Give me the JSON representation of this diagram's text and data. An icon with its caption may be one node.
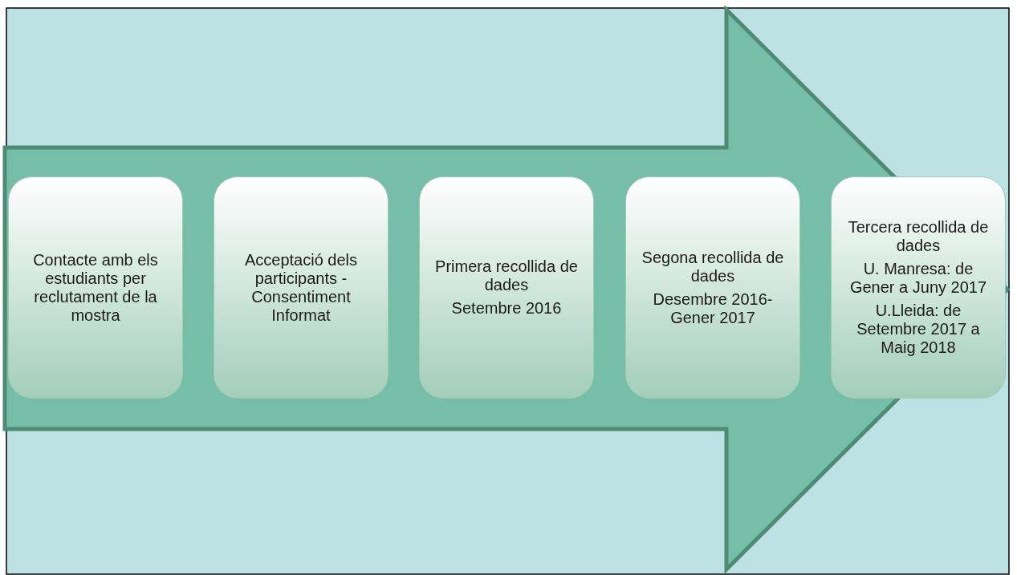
{
  "diagram": {
    "nodes": [
      {
        "text": [
          "Contacte amb els estudiants per reclutament de la mostra"
        ]
      },
      {
        "text": [
          "Acceptació dels participants - Consentiment Informat"
        ]
      },
      {
        "text": [
          "Primera recollida de dades",
          "Setembre 2016"
        ]
      },
      {
        "text": [
          "Segona recollida de dades",
          "Desembre 2016-Gener 2017"
        ]
      },
      {
        "text": [
          "Tercera recollida de dades",
          "U. Manresa: de Gener a Juny 2017",
          "U.Lleida: de Setembre 2017 a Maig 2018"
        ]
      }
    ],
    "edges": [
      {
        "from": 0,
        "to": 4,
        "arrow": "to",
        "style": "thick"
      }
    ]
  }
}
